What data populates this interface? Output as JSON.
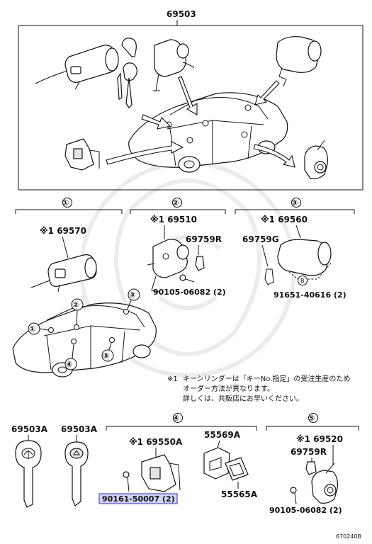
{
  "diagram": {
    "top_part": "69503",
    "groups": [
      {
        "mark": "①",
        "parts": [
          "※1 69570"
        ]
      },
      {
        "mark": "②",
        "parts": [
          "※1 69510",
          "69759R",
          "90105-06082 (2)"
        ]
      },
      {
        "mark": "③",
        "parts": [
          "※1 69560",
          "69759G",
          "91651-40616 (2)"
        ]
      },
      {
        "mark": "④",
        "parts": [
          "※1 69550A",
          "55569A",
          "55565A",
          "90161-50007 (2)"
        ]
      },
      {
        "mark": "⑤",
        "parts": [
          "※1 69520",
          "69759R",
          "90105-06082 (2)"
        ]
      }
    ],
    "keys": [
      "69503A",
      "69503A"
    ],
    "sub_marker": "B",
    "car_markers": [
      "①",
      "②",
      "③",
      "④",
      "⑤"
    ],
    "note": {
      "mark": "※1",
      "line1": "キーシリンダーは「キーNo.指定」の受注生産のため",
      "line2": "オーダー方法が異なります。",
      "line3": "詳しくは、共販店にお早いください。"
    },
    "highlighted_part": "90161-50007 (2)",
    "diagram_code": "670240B"
  }
}
